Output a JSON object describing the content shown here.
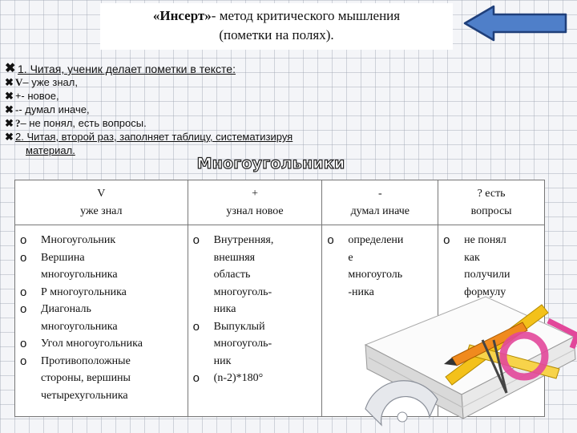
{
  "title": {
    "bold": "«Инсерт»",
    "rest": "- метод критического мышления",
    "line2": "(пометки на полях)."
  },
  "steps": [
    {
      "mark": "✖",
      "text": "1. Читая, ученик делает пометки в тексте:"
    },
    {
      "mark": "✖",
      "sym": "V",
      "text": " – уже знал,"
    },
    {
      "mark": "✖",
      "sym": "+",
      "text": " - новое,"
    },
    {
      "mark": "✖",
      "sym": "-",
      "text": " - думал иначе,"
    },
    {
      "mark": "✖",
      "sym": "?",
      "text": " – не понял, есть вопросы."
    },
    {
      "mark": "✖",
      "text": "2. Читая, второй раз, заполняет таблицу, систематизируя"
    },
    {
      "text": "материал."
    }
  ],
  "heading": "Многоугольники",
  "table": {
    "headers": [
      {
        "sym": "V",
        "label": "уже знал"
      },
      {
        "sym": "+",
        "label": "узнал новое"
      },
      {
        "sym": "-",
        "label": "думал иначе"
      },
      {
        "sym": "? есть",
        "label": "вопросы"
      }
    ],
    "col1": [
      "Многоугольник",
      "Вершина\nмногоугольника",
      "Р многоугольника",
      "Диагональ\nмногоугольника",
      "Угол многоугольника",
      "Противоположные\nстороны, вершины\nчетырехугольника"
    ],
    "col2": [
      "Внутренняя,\nвнешняя\nобласть\nмногоуголь-\nника",
      "Выпуклый\nмногоуголь-\nник",
      "(n-2)*180°"
    ],
    "col3": [
      "определени\nе\nмногоуголь\n-ника"
    ],
    "col4": [
      "не понял\nкак\nполучили\nформулу"
    ],
    "bullet": "o"
  },
  "colors": {
    "arrow": "#4f7fc9",
    "arrow_stroke": "#1f3f7a"
  }
}
